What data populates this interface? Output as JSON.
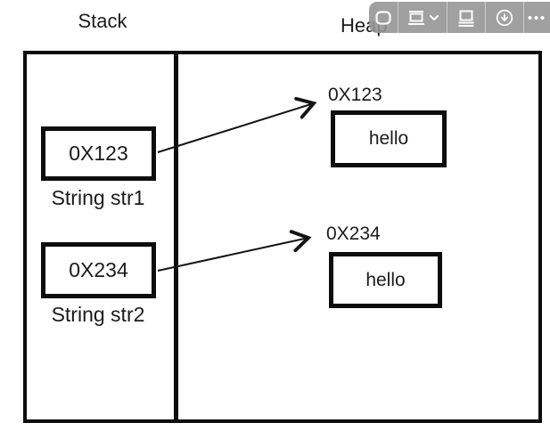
{
  "diagram": {
    "stack_label": "Stack",
    "heap_label": "Heap",
    "stack_items": [
      {
        "address": "0X123",
        "var_label": "String str1"
      },
      {
        "address": "0X234",
        "var_label": "String str2"
      }
    ],
    "heap_items": [
      {
        "address": "0X123",
        "value": "hello"
      },
      {
        "address": "0X234",
        "value": "hello"
      }
    ]
  },
  "toolbar": {
    "buttons": [
      {
        "icon": "rounded-square-select-icon"
      },
      {
        "icon": "layout-inline-icon",
        "has_dropdown": true
      },
      {
        "icon": "layout-break-icon"
      },
      {
        "icon": "download-icon"
      },
      {
        "icon": "ellipsis-icon"
      }
    ]
  },
  "colors": {
    "line": "#141414",
    "box_border": "#0d0d0d",
    "toolbar_bg": "#969696",
    "toolbar_icon": "#fafafa",
    "background": "#ffffff"
  }
}
